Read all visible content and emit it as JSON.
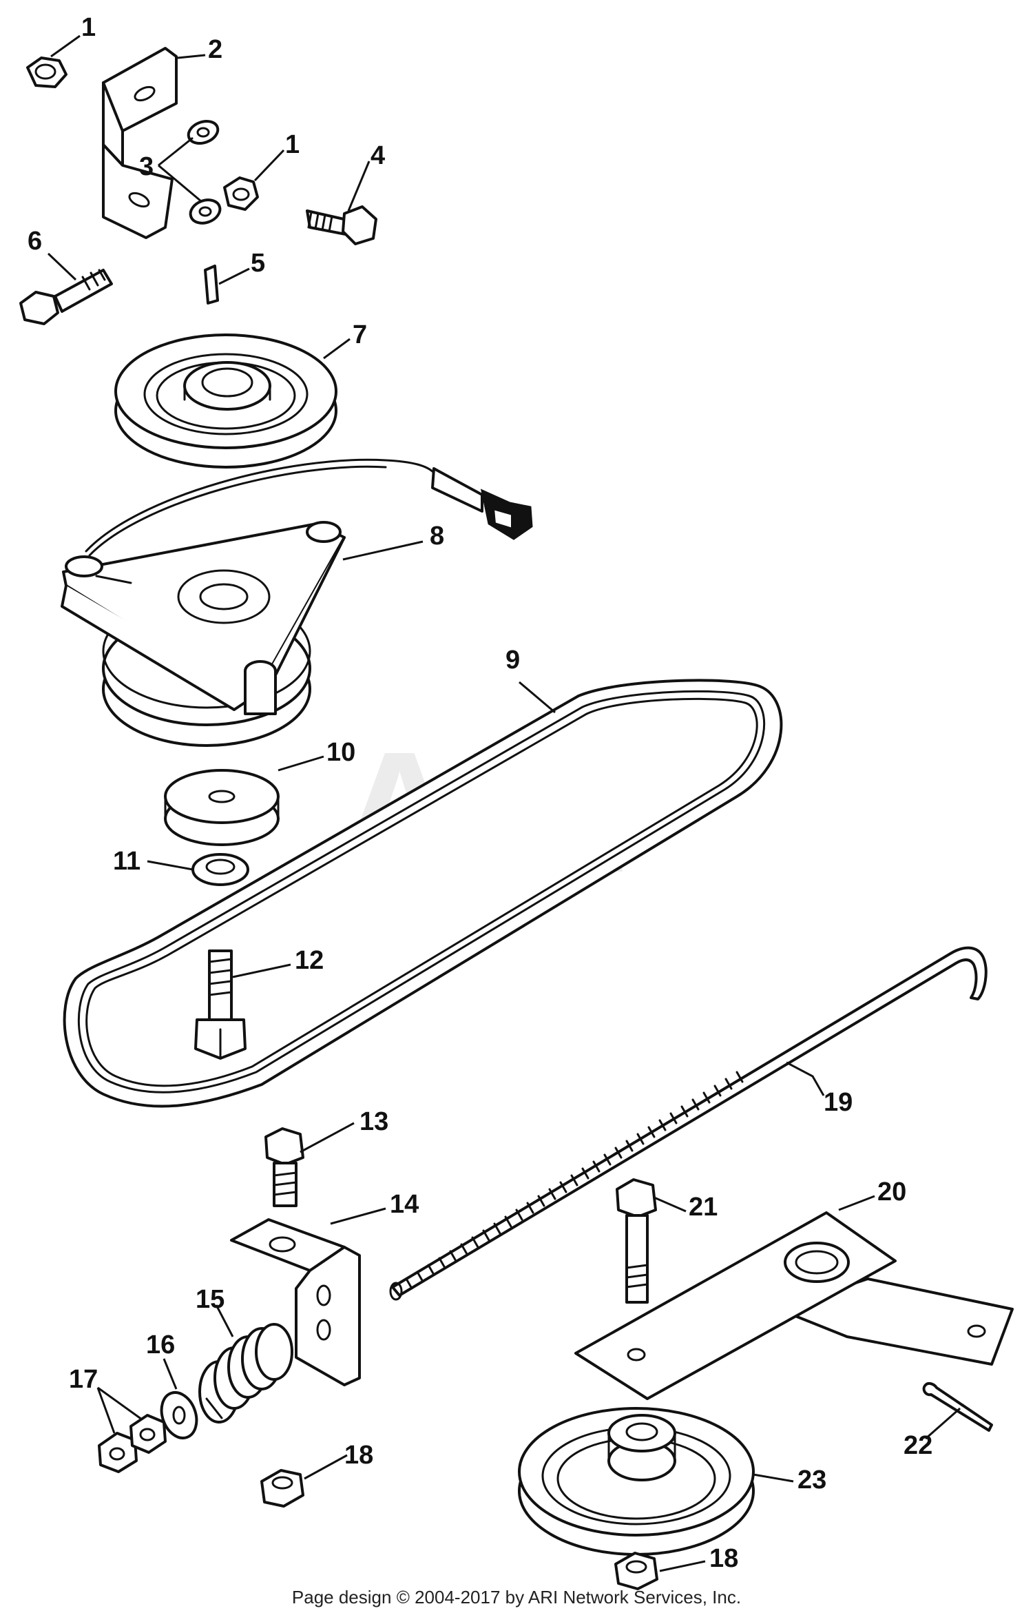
{
  "watermark": "ARI",
  "callouts": [
    "1",
    "2",
    "3",
    "1",
    "4",
    "5",
    "6",
    "7",
    "8",
    "9",
    "10",
    "11",
    "12",
    "13",
    "14",
    "15",
    "16",
    "17",
    "18",
    "19",
    "20",
    "21",
    "22",
    "23",
    "18"
  ],
  "footer": {
    "text": "Page design © 2004-2017 by ARI Network Services, Inc."
  },
  "colors": {
    "line": "#111111",
    "background": "#ffffff",
    "watermark": "#ececec"
  }
}
